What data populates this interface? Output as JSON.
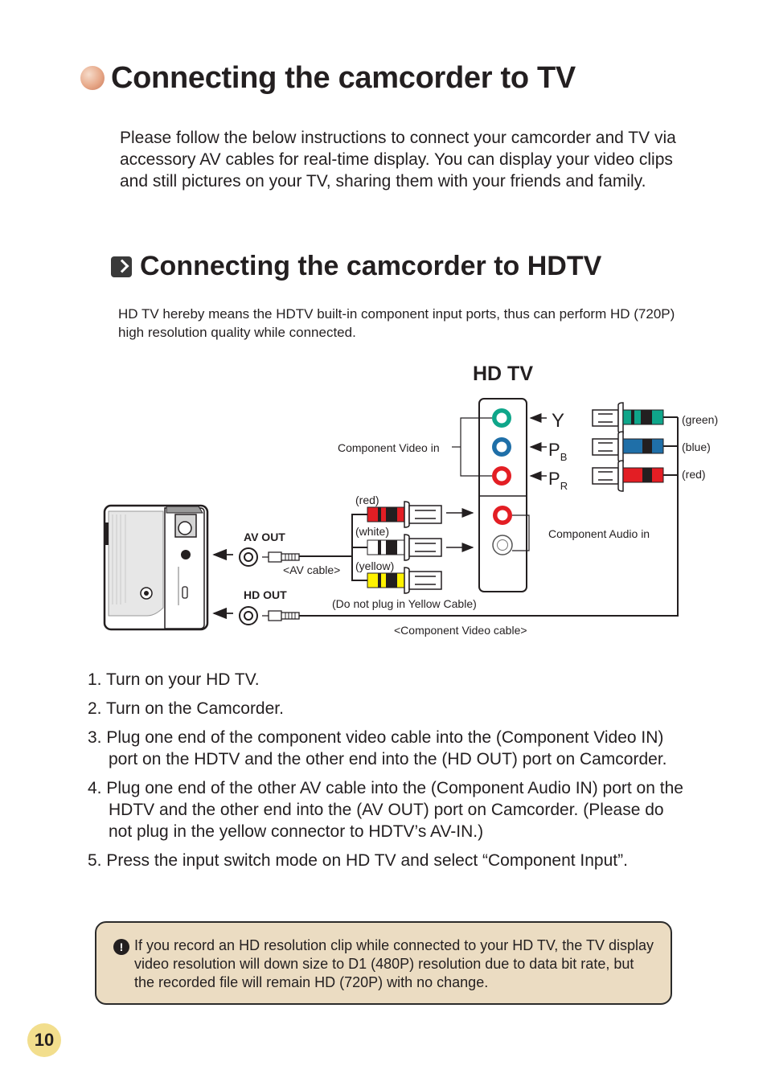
{
  "page": {
    "title": "Connecting the camcorder to TV",
    "intro": "Please follow the below instructions to connect your camcorder and TV via accessory AV cables for real-time display. You can display your video clips and still pictures on your TV, sharing them with your friends and family.",
    "section_title": "Connecting the camcorder to HDTV",
    "section_desc": "HD TV hereby means the HDTV built-in component input ports, thus can perform HD (720P) high resolution quality while connected.",
    "page_number": "10"
  },
  "diagram": {
    "tv_label": "HD TV",
    "component_video_in": "Component Video in",
    "component_audio_in": "Component Audio in",
    "port_y": "Y",
    "port_p": "P",
    "sub_b": "B",
    "sub_r": "R",
    "green": "(green)",
    "blue": "(blue)",
    "red": "(red)",
    "red2": "(red)",
    "white": "(white)",
    "yellow": "(yellow)",
    "av_out": "AV OUT",
    "hd_out": "HD OUT",
    "av_cable": "<AV cable>",
    "no_yellow": "(Do not plug in Yellow Cable)",
    "component_cable": "<Component Video cable>",
    "colors": {
      "green": "#0fa68a",
      "blue": "#1f6fa8",
      "red": "#e31e24",
      "yellow": "#fff200"
    }
  },
  "steps": [
    "1. Turn on your HD TV.",
    "2. Turn on the Camcorder.",
    "3. Plug one end of the component video cable into the (Component Video IN) port on the HDTV and the other end into the (HD OUT) port on Camcorder.",
    "4. Plug one end of the other AV cable into the (Component Audio IN) port on the HDTV and the other end into the (AV OUT) port on Camcorder. (Please do not plug in the yellow connector to HDTV’s AV-IN.)",
    "5. Press the input switch mode on HD TV and select “Component Input”."
  ],
  "note": {
    "icon": "exclamation-icon",
    "text": "If you record an HD resolution clip while connected to your HD TV, the TV display video resolution will down size to D1 (480P) resolution due to data bit rate, but the recorded file will remain HD (720P) with no change."
  }
}
